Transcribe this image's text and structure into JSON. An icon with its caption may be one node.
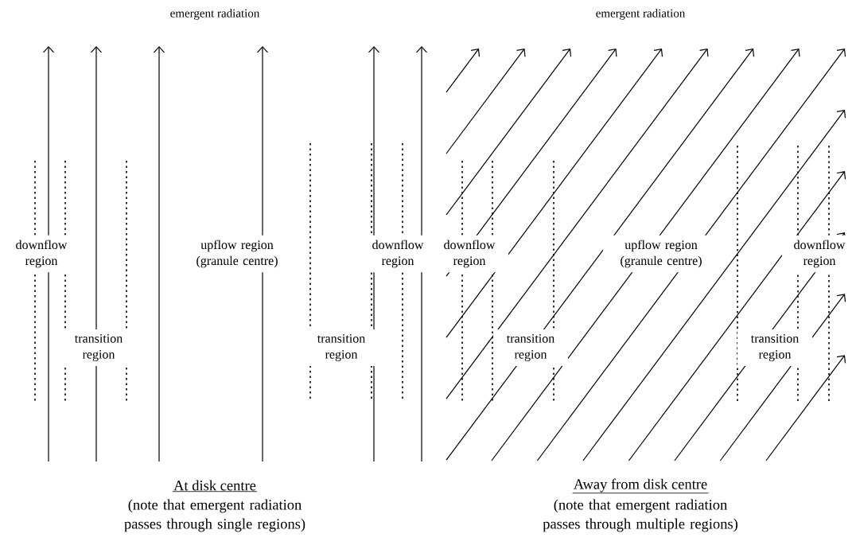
{
  "diagram": {
    "labels": [
      "emergent radiation",
      "emergent radiation",
      "downflow region",
      "upflow region (granule centre)",
      "downflow region",
      "downflow region",
      "upflow region (granule centre)",
      "downflow region",
      "transition region",
      "transition region",
      "transition region",
      "transition region",
      "At disk centre",
      "(note that emergent radiation passes through single regions)",
      "Away from disk centre",
      "(note that emergent radiation passes through multiple regions)"
    ]
  }
}
